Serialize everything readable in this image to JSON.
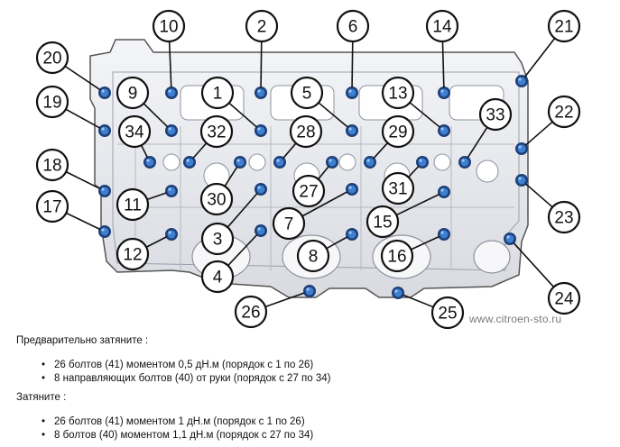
{
  "diagram": {
    "callouts": [
      "1",
      "2",
      "3",
      "4",
      "5",
      "6",
      "7",
      "8",
      "9",
      "10",
      "11",
      "12",
      "13",
      "14",
      "15",
      "16",
      "17",
      "18",
      "19",
      "20",
      "21",
      "22",
      "23",
      "24",
      "25",
      "26",
      "27",
      "28",
      "29",
      "30",
      "31",
      "32",
      "33",
      "34"
    ],
    "watermark": "www.citroen-sto.ru",
    "colors": {
      "bolt": "#2f6bbf",
      "casting": "#e9eaee",
      "outline": "#111111"
    }
  },
  "instructions": {
    "pre_heading": "Предварительно затяните :",
    "pre_steps": [
      "26 болтов (41) моментом 0,5 дН.м  (порядок с 1 по 26)",
      "8 направляющих болтов (40) от руки  (порядок с 27 по 34)"
    ],
    "final_heading": "Затяните :",
    "final_steps": [
      "26 болтов (41) моментом 1 дН.м  (порядок с 1 по 26)",
      "8 болтов (40) моментом 1,1 дН.м  (порядок с 27 по 34)"
    ]
  }
}
